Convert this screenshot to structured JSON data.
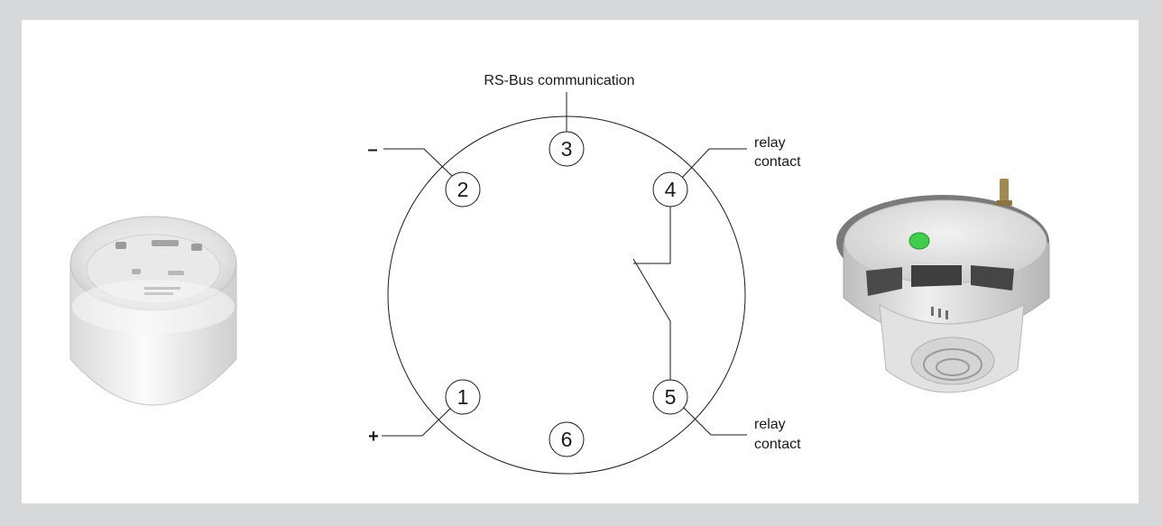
{
  "terminals": {
    "t1": "1",
    "t2": "2",
    "t3": "3",
    "t4": "4",
    "t5": "5",
    "t6": "6"
  },
  "labels": {
    "bus": "RS-Bus communication",
    "minus": "–",
    "plus": "+",
    "relay_top_line1": "relay",
    "relay_top_line2": "contact",
    "relay_bottom_line1": "relay",
    "relay_bottom_line2": "contact"
  },
  "colors": {
    "background": "#d7d8da",
    "panel": "#ffffff",
    "line": "#1a1a1a",
    "led": "#3fcf4a"
  }
}
